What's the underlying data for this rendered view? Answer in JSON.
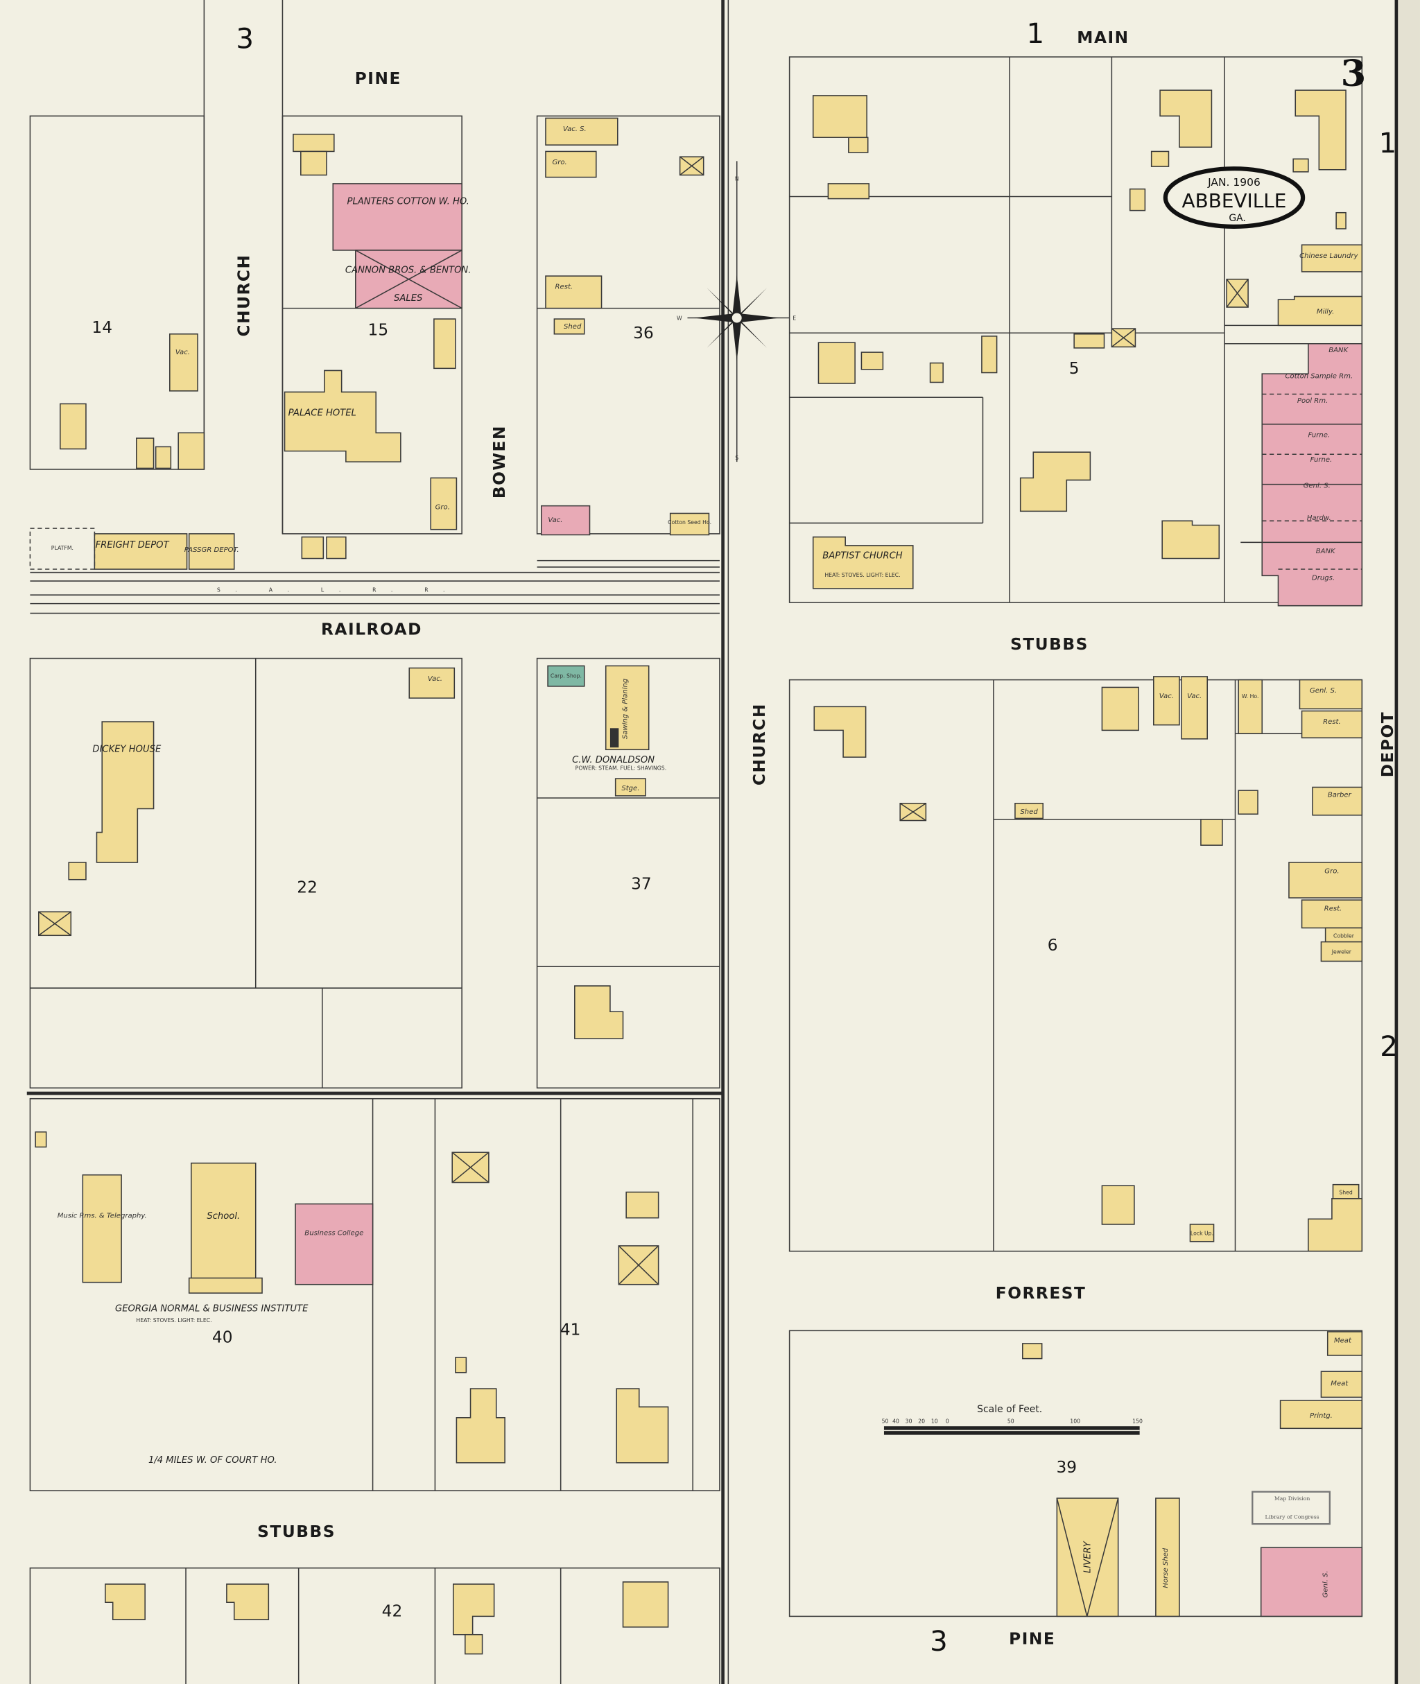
{
  "title": {
    "date": "JAN. 1906",
    "city": "ABBEVILLE",
    "state": "GA."
  },
  "sheet_number": "3",
  "adjoining_sheets": {
    "top_left": "3",
    "top_center": "1",
    "right_upper": "1",
    "right_lower": "2",
    "bottom": "3"
  },
  "streets": {
    "pine_top": "PINE",
    "church_left": "CHURCH",
    "bowen": "BOWEN",
    "railroad": "RAILROAD",
    "railroad_line": "S. A. L. R. R.",
    "main": "MAIN",
    "church_right": "CHURCH",
    "stubbs_right": "STUBBS",
    "depot": "DEPOT",
    "forrest": "FORREST",
    "stubbs_left": "STUBBS",
    "pine_bottom": "PINE"
  },
  "blocks": [
    "14",
    "15",
    "36",
    "22",
    "37",
    "40",
    "41",
    "42",
    "5",
    "6",
    "39"
  ],
  "buildings": {
    "planters": "PLANTERS COTTON W. HO.",
    "cannon": "CANNON BROS. & BENTON.",
    "cannon_sales": "SALES",
    "palace": "PALACE HOTEL",
    "freight": "FREIGHT DEPOT",
    "passgr": "PASSGR DEPOT.",
    "platfm": "PLATFM.",
    "dickey": "DICKEY HOUSE",
    "carp": "Carp. Shop.",
    "sawing": "Sawing & Planing",
    "donaldson": "C.W. DONALDSON",
    "donaldson_note": "POWER: STEAM. FUEL: SHAVINGS.",
    "stge": "Stge.",
    "music": "Music Rms. & Telegraphy.",
    "school": "School.",
    "business_college": "Business College",
    "institute": "GEORGIA NORMAL & BUSINESS INSTITUTE",
    "institute_note": "HEAT: STOVES.   LIGHT: ELEC.",
    "chinese": "Chinese Laundry",
    "milly": "Milly.",
    "bank1": "BANK",
    "cotton_sample": "Cotton Sample Rm.",
    "pool": "Pool Rm.",
    "furne1": "Furne.",
    "furne2": "Furne.",
    "genl1": "Genl. S.",
    "hardw": "Hardw.",
    "bank2": "BANK",
    "drugs": "Drugs.",
    "baptist": "BAPTIST CHURCH",
    "baptist_note": "HEAT: STOVES. LIGHT: ELEC.",
    "genl2": "Genl. S.",
    "rest1": "Rest.",
    "barber": "Barber",
    "gro": "Gro.",
    "rest2": "Rest.",
    "cobbler": "Cobbler",
    "jeweler": "Jeweler",
    "vac_s": "Vac. S.",
    "gro_top": "Gro.",
    "rest_top": "Rest.",
    "shed": "Shed",
    "vac": "Vac.",
    "meat1": "Meat",
    "meat2": "Meat",
    "printg": "Printg.",
    "livery": "LIVERY",
    "horse_shed": "Horse Shed",
    "genl3": "Genl. S.",
    "w_ho": "W. Ho.",
    "lockup": "Lock Up.",
    "cotton_seed": "Cotton Seed Ho."
  },
  "notes": {
    "distance": "1/4 MILES W. OF COURT HO."
  },
  "scale": {
    "title": "Scale of Feet.",
    "ticks": [
      "50",
      "40",
      "30",
      "20",
      "10",
      "0",
      "50",
      "100",
      "150"
    ]
  },
  "stamp": {
    "line1": "Map Division",
    "line2": "Library of Congress"
  },
  "compass": {
    "n": "N",
    "s": "S",
    "e": "E",
    "w": "W"
  },
  "colors": {
    "paper": "#f2f0e3",
    "frame": "#f1dc95",
    "brick": "#e8aab6",
    "stone": "#7fb8a4"
  }
}
